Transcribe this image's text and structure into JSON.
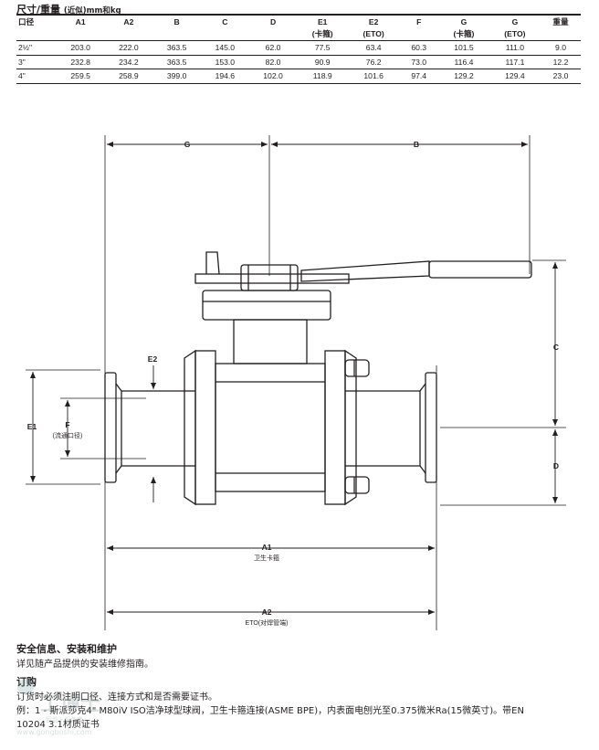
{
  "heading": {
    "title": "尺寸/重量",
    "subtitle": "(近似)mm和kg"
  },
  "table": {
    "headers_row1": [
      "口径",
      "A1",
      "A2",
      "B",
      "C",
      "D",
      "E1",
      "E2",
      "F",
      "G",
      "G",
      "重量"
    ],
    "headers_row2": [
      "",
      "",
      "",
      "",
      "",
      "",
      "(卡箍)",
      "(ETO)",
      "",
      "(卡箍)",
      "(ETO)",
      ""
    ],
    "rows": [
      [
        "2½\"",
        "203.0",
        "222.0",
        "363.5",
        "145.0",
        "62.0",
        "77.5",
        "63.4",
        "60.3",
        "101.5",
        "111.0",
        "9.0"
      ],
      [
        "3\"",
        "232.8",
        "234.2",
        "363.5",
        "153.0",
        "82.0",
        "90.9",
        "76.2",
        "73.0",
        "116.4",
        "117.1",
        "12.2"
      ],
      [
        "4\"",
        "259.5",
        "258.9",
        "399.0",
        "194.6",
        "102.0",
        "118.9",
        "101.6",
        "97.4",
        "129.2",
        "129.4",
        "23.0"
      ]
    ]
  },
  "drawing": {
    "labels": {
      "G": "G",
      "B": "B",
      "C": "C",
      "D": "D",
      "E1": "E1",
      "E2": "E2",
      "F": "F",
      "F_note": "(流通口径)",
      "A1": "A1",
      "A1_note": "卫生卡箍",
      "A2": "A2",
      "A2_note": "ETO(对焊管端)"
    }
  },
  "safety": {
    "title": "安全信息、安装和维护",
    "text": "详见随产品提供的安装维修指南。"
  },
  "ordering": {
    "title": "订购",
    "line1": "订货时必须注明口径、连接方式和是否需要证书。",
    "line2": "例：1 - 斯派莎克4\" M80iV ISO洁净球型球阀，卫生卡箍连接(ASME BPE)，内表面电刨光至0.375微米Ra(15微英寸)。带EN",
    "line3": "10204 3.1材质证书"
  },
  "watermark": {
    "brand": "工博士",
    "tagline": "智能+服务商",
    "url": "www.gongboshi.com"
  }
}
